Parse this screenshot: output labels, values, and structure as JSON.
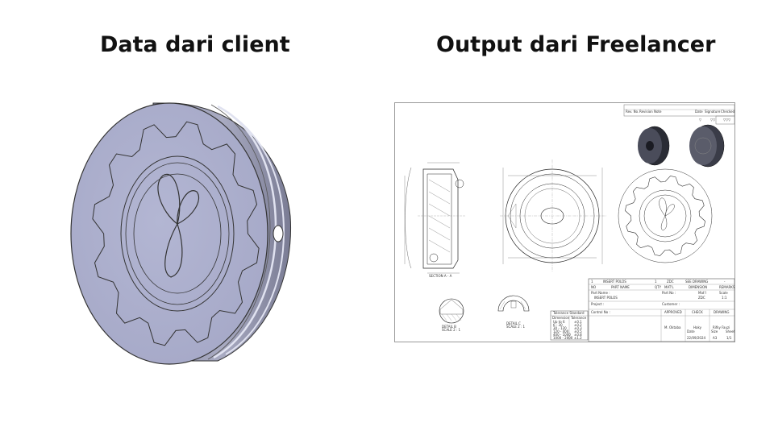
{
  "headings": {
    "left": "Data dari client",
    "right": "Output dari Freelancer"
  },
  "drawing": {
    "revision_header": {
      "rev_no": "Rev. No.",
      "revision_note": "Revision Note",
      "date": "Date",
      "signature": "Signature",
      "checked": "Checked"
    },
    "finish_marks": [
      "▽",
      "▽▽",
      "▽▽▽"
    ],
    "section_label": "SECTION A - A",
    "detail_labels": [
      "DETAIL B\nSCALE 2 : 1",
      "DETAIL C\nSCALE 2 : 1"
    ],
    "tolerance_table": {
      "title": "Tolerance Standard",
      "headers": [
        "Dimension",
        "Tolerance"
      ],
      "rows": [
        [
          "Up to 6",
          "±0.1"
        ],
        [
          "6 - 30",
          "±0.2"
        ],
        [
          "30 - 120",
          "±0.3"
        ],
        [
          "120 - 400",
          "±0.5"
        ],
        [
          "400 - 1000",
          "±0.8"
        ],
        [
          "1000 - 2000",
          "±1.2"
        ]
      ]
    },
    "parts_list": {
      "row": [
        "1",
        "INSERT POLOS",
        "1",
        "ZDC",
        "SEE DRAWING",
        "-"
      ],
      "headers": [
        "NO",
        "PART NAME",
        "QTY",
        "MAT'L",
        "DIMENSION",
        "REMARKS"
      ]
    },
    "title_block": {
      "part_name_label": "Part Name :",
      "part_name_value": "INSERT POLOS",
      "part_no_label": "Part No :",
      "mat_label": "Mat'l",
      "mat_value": "ZDC",
      "scale_label": "Scale",
      "scale_value": "1:1",
      "project_label": "Project :",
      "customer_label": "Customer :",
      "control_no_label": "Control No :",
      "approved": "APPROVED",
      "check": "CHECK",
      "drawing": "DRAWING",
      "names": [
        "M. Oktaba",
        "Haky",
        "Rifky Fauzi"
      ],
      "date_label": "Date",
      "size_label": "Size",
      "sheet_label": "Sheet",
      "date_value": "22/09/2024",
      "size_value": "A3",
      "sheet_value": "1/1"
    }
  }
}
